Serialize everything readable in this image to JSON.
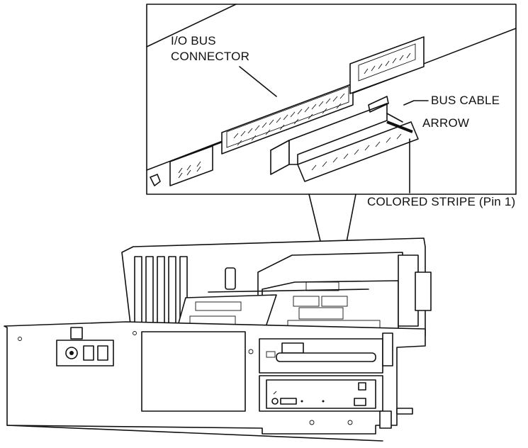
{
  "labels": {
    "io_bus_connector_line1": "I/O BUS",
    "io_bus_connector_line2": "CONNECTOR",
    "bus_cable": "BUS CABLE",
    "arrow": "ARROW",
    "colored_stripe": "COLORED STRIPE (Pin 1)"
  },
  "colors": {
    "ink": "#111111",
    "paper": "#ffffff"
  }
}
